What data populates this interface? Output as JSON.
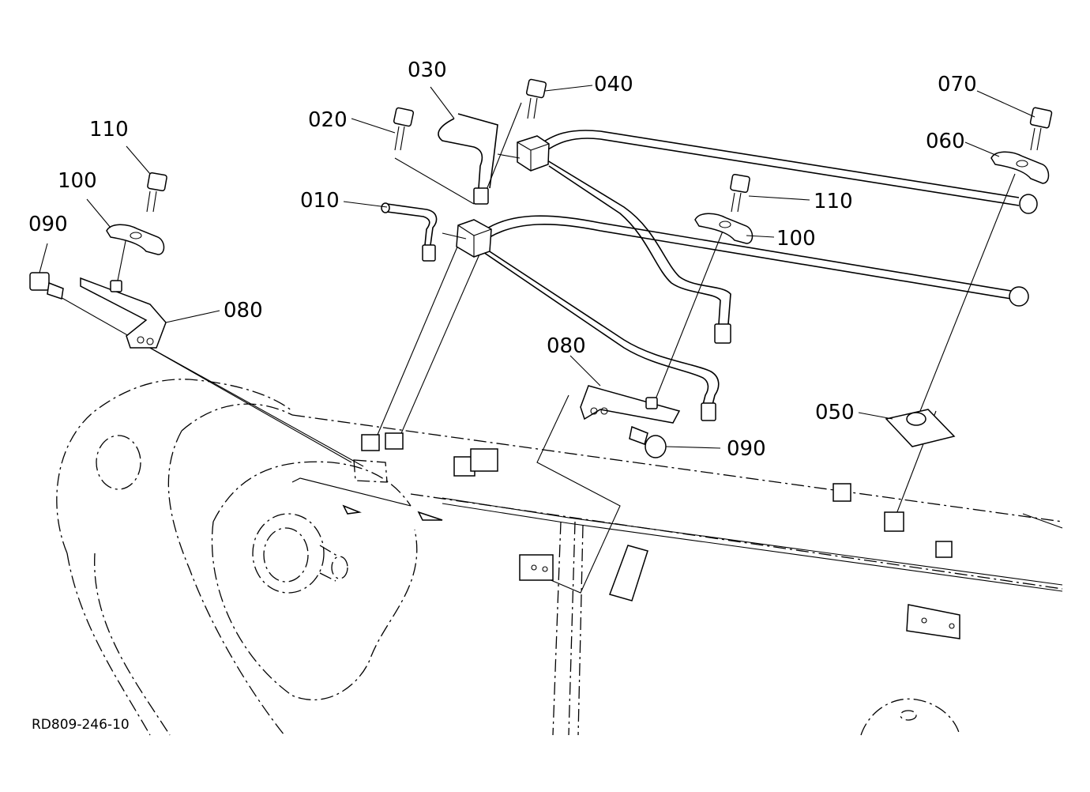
{
  "drawing_code": "RD809-246-10",
  "callouts": {
    "c010": "010",
    "c020": "020",
    "c030": "030",
    "c040": "040",
    "c050": "050",
    "c060": "060",
    "c070": "070",
    "c080_left": "080",
    "c080_mid": "080",
    "c090_left": "090",
    "c090_mid": "090",
    "c100_left": "100",
    "c100_right": "100",
    "c110_left": "110",
    "c110_right": "110"
  },
  "colors": {
    "line": "#000000",
    "background": "#ffffff"
  }
}
